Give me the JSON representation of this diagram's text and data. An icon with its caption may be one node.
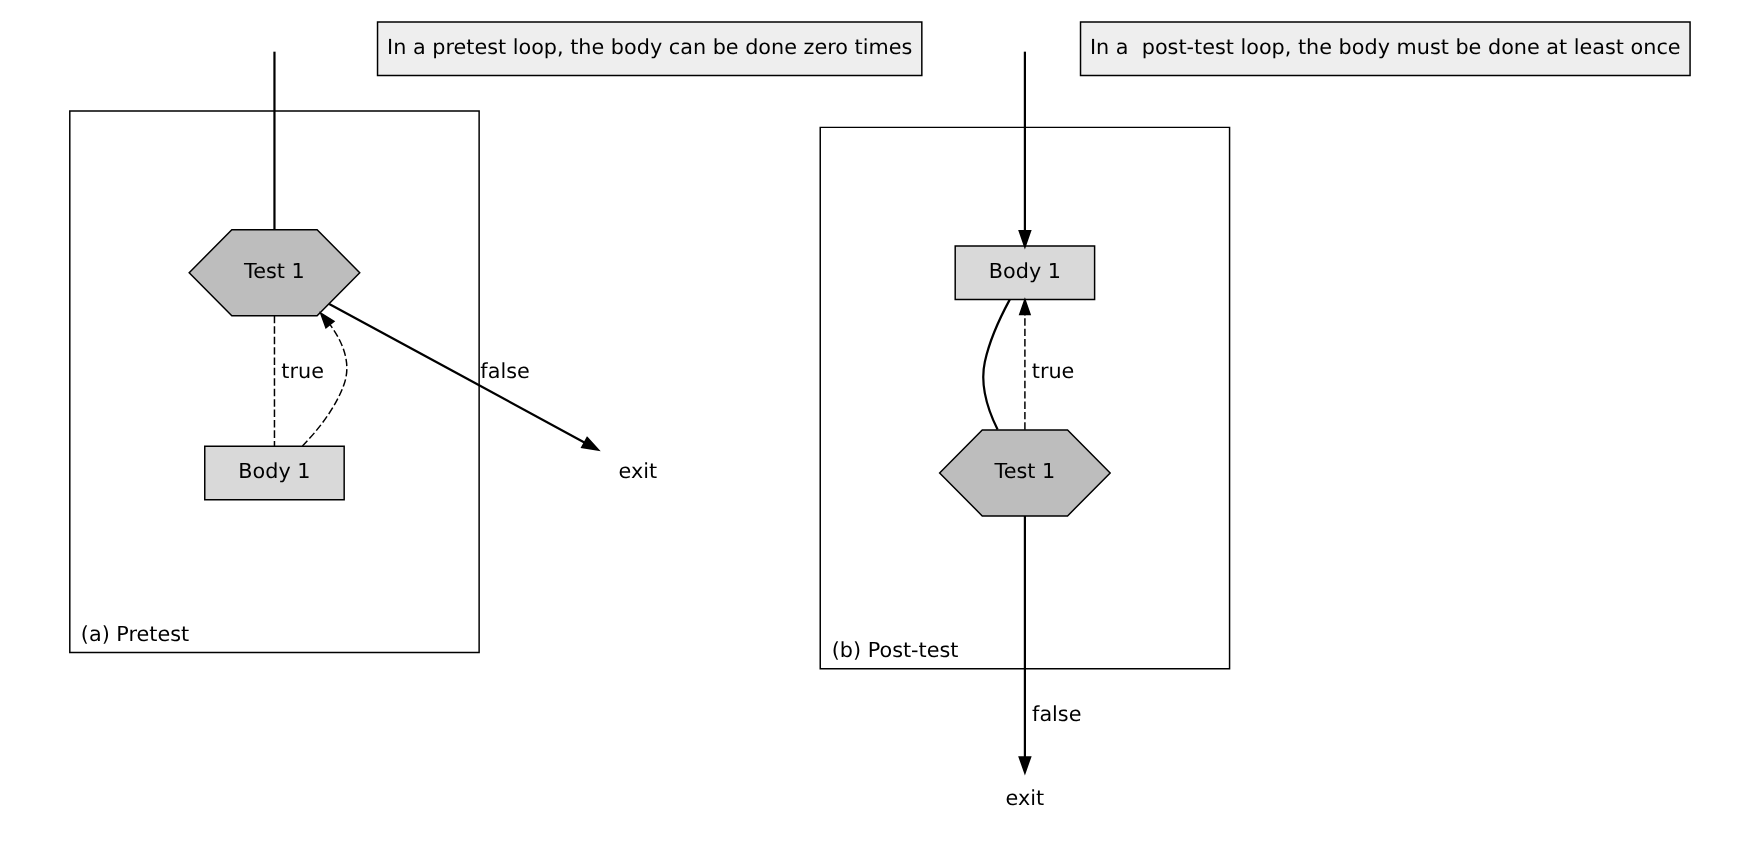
{
  "diagram": {
    "nodes": [
      {
        "text": [
          "(a) Pretest"
        ]
      },
      {
        "text": [
          "Test 1"
        ],
        "in": 0
      },
      {
        "text": [
          "Body 1"
        ],
        "in": 0
      },
      {
        "text": [
          "exit"
        ]
      },
      {
        "text": [
          "In a pretest loop, the body can be done zero times"
        ]
      },
      {
        "text": [
          "(b) Post-test"
        ]
      },
      {
        "text": [
          "Body 1"
        ],
        "in": 5
      },
      {
        "text": [
          "Test 1"
        ],
        "in": 5
      },
      {
        "text": [
          "exit"
        ]
      },
      {
        "text": [
          "In a  post-test loop, the body must be done at least once"
        ]
      }
    ],
    "edges": [
      {
        "from": null,
        "to": 1,
        "arrow": "none"
      },
      {
        "from": 1,
        "to": 3,
        "arrow": "to",
        "label": "false"
      },
      {
        "from": 1,
        "to": 2,
        "arrow": "none",
        "label": "true",
        "style": "dashed"
      },
      {
        "from": 2,
        "to": 1,
        "arrow": "to",
        "style": "dashed"
      },
      {
        "from": null,
        "to": 6,
        "arrow": "to"
      },
      {
        "from": 6,
        "to": 7,
        "arrow": "none"
      },
      {
        "from": 7,
        "to": 6,
        "arrow": "to",
        "label": "true",
        "style": "dashed"
      },
      {
        "from": 7,
        "to": 8,
        "arrow": "to",
        "label": "false"
      }
    ]
  }
}
